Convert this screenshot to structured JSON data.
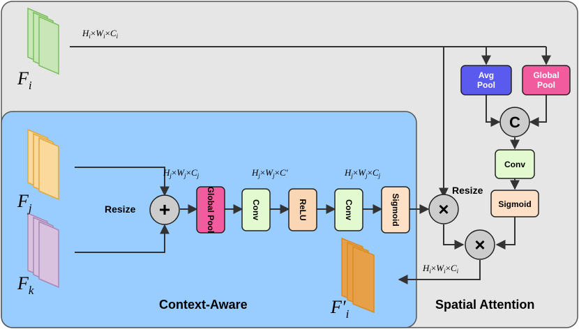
{
  "colors": {
    "outer_panel": "#e6e6e6",
    "context_panel": "#99ccff",
    "green_feature": "#c9e6b8",
    "orange_feature": "#fbd89c",
    "purple_feature": "#d9c2e0",
    "output_feature": "#e8a048",
    "avg_pool": "#5a5aee",
    "global_pool": "#f25c9f",
    "conv": "#e3f9cf",
    "relu": "#fbd6b4",
    "sigmoid": "#fde0c6",
    "operator": "#cccccc"
  },
  "inputs": {
    "fi": {
      "main": "F",
      "sub": "i"
    },
    "fj": {
      "main": "F",
      "sub": "j"
    },
    "fk": {
      "main": "F",
      "sub": "k"
    },
    "fout": {
      "main": "F′",
      "sub": "i"
    }
  },
  "dims": {
    "top": {
      "parts": [
        [
          "H",
          "i"
        ],
        [
          "W",
          "i"
        ],
        [
          "C",
          "i"
        ]
      ]
    },
    "after_add": {
      "parts": [
        [
          "H",
          "j"
        ],
        [
          "W",
          "j"
        ],
        [
          "C",
          "j"
        ]
      ]
    },
    "mid": {
      "parts": [
        [
          "H",
          "j"
        ],
        [
          "W",
          "j"
        ],
        [
          "C′",
          ""
        ]
      ]
    },
    "after_conv2": {
      "parts": [
        [
          "H",
          "j"
        ],
        [
          "W",
          "j"
        ],
        [
          "C",
          "j"
        ]
      ]
    },
    "output": {
      "parts": [
        [
          "H",
          "i"
        ],
        [
          "W",
          "i"
        ],
        [
          "C",
          "i"
        ]
      ]
    }
  },
  "labels": {
    "resize_left": "Resize",
    "resize_right": "Resize",
    "context_aware": "Context-Aware",
    "spatial_attention": "Spatial Attention"
  },
  "context_boxes": {
    "global_pool": "Global Pool",
    "conv1": "Conv",
    "relu": "ReLU",
    "conv2": "Conv",
    "sigmoid": "Sigmoid"
  },
  "spatial_boxes": {
    "avg_pool_line1": "Avg",
    "avg_pool_line2": "Pool",
    "global_pool_line1": "Global",
    "global_pool_line2": "Pool",
    "conv": "Conv",
    "sigmoid": "Sigmoid"
  },
  "operators": {
    "add": "+",
    "multiply_1": "×",
    "multiply_2": "×",
    "concat": "C"
  }
}
